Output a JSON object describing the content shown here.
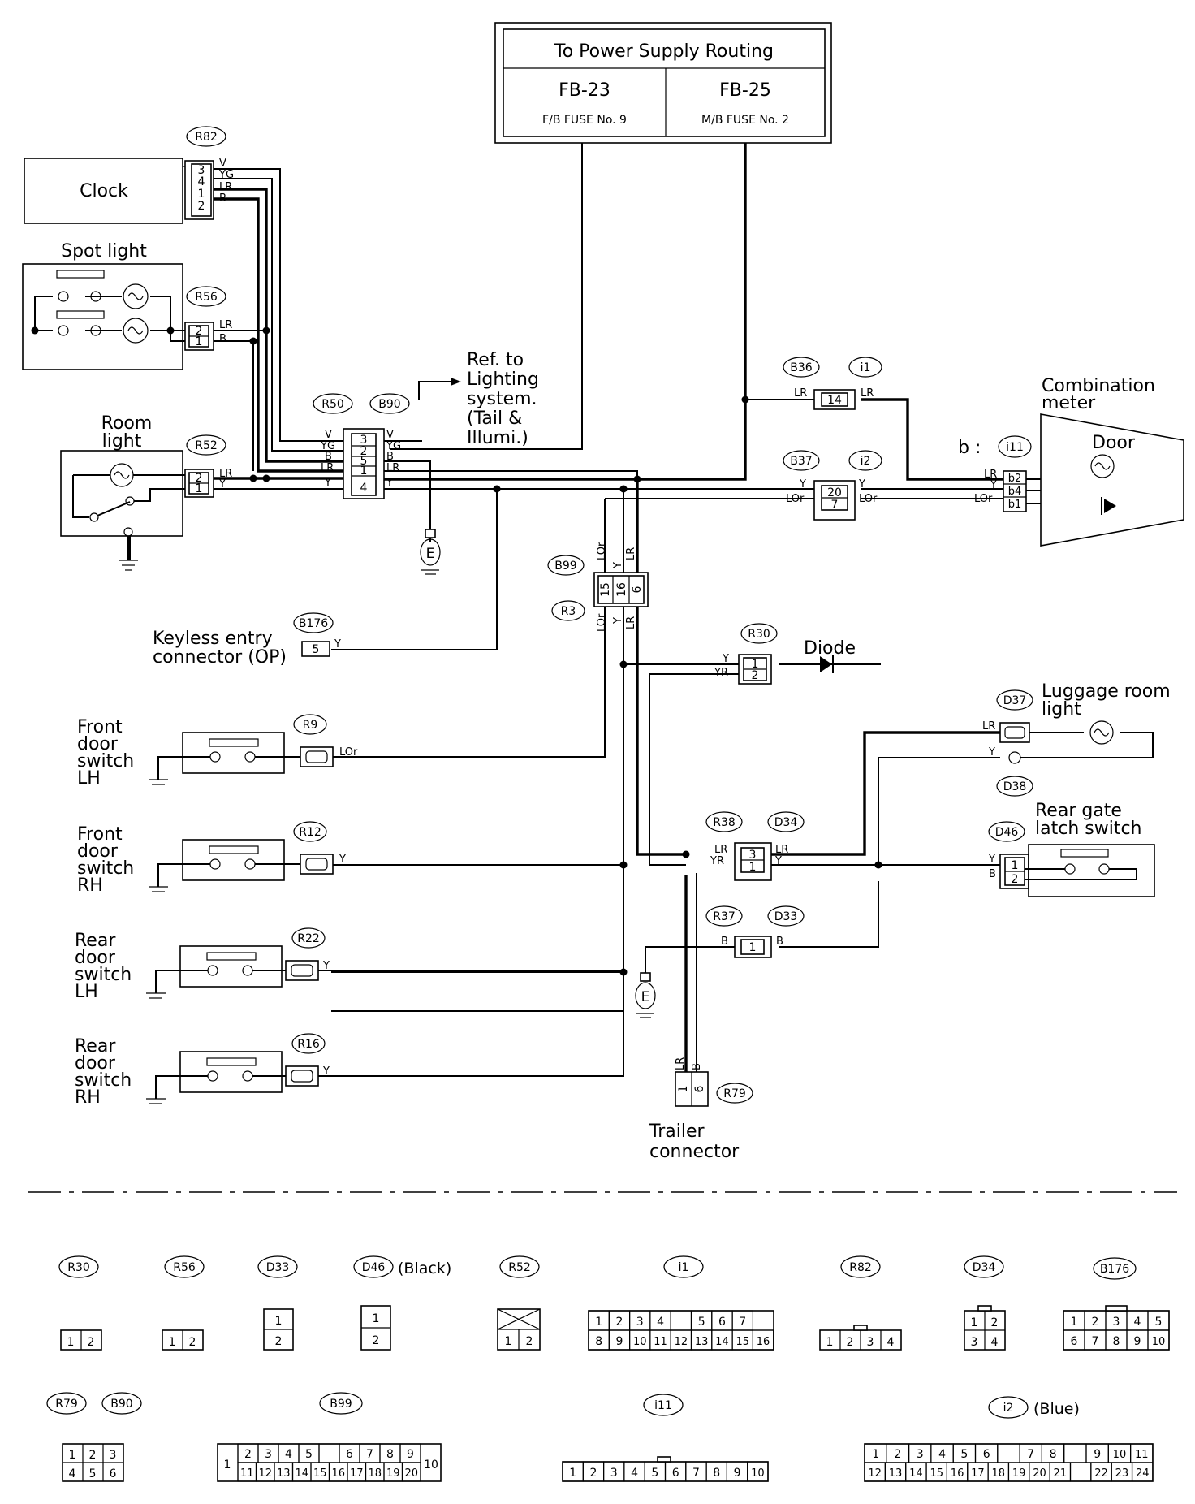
{
  "power": {
    "title": "To Power Supply Routing",
    "left_code": "FB-23",
    "left_sub": "F/B FUSE No. 9",
    "right_code": "FB-25",
    "right_sub": "M/B FUSE No. 2"
  },
  "components": {
    "clock": "Clock",
    "spot_light": "Spot light",
    "room_light_1": "Room",
    "room_light_2": "light",
    "ref_1": "Ref. to",
    "ref_2": "Lighting",
    "ref_3": "system.",
    "ref_4": "(Tail &",
    "ref_5": "Illumi.)",
    "combination_meter_1": "Combination",
    "combination_meter_2": "meter",
    "door": "Door",
    "b_label": "b :",
    "diode": "Diode",
    "keyless_1": "Keyless entry",
    "keyless_2": "connector (OP)",
    "luggage_1": "Luggage room",
    "luggage_2": "light",
    "rear_gate_1": "Rear gate",
    "rear_gate_2": "latch switch",
    "trailer_1": "Trailer",
    "trailer_2": "connector",
    "front_lh": [
      "Front",
      "door",
      "switch",
      "LH"
    ],
    "front_rh": [
      "Front",
      "door",
      "switch",
      "RH"
    ],
    "rear_lh": [
      "Rear",
      "door",
      "switch",
      "LH"
    ],
    "rear_rh": [
      "Rear",
      "door",
      "switch",
      "RH"
    ],
    "earth": "E"
  },
  "connector_ids": {
    "r82": "R82",
    "r56": "R56",
    "r52": "R52",
    "r50": "R50",
    "b90": "B90",
    "b36": "B36",
    "i1": "i1",
    "b37": "B37",
    "i2": "i2",
    "i11": "i11",
    "b99": "B99",
    "r3": "R3",
    "b176": "B176",
    "r30": "R30",
    "d37": "D37",
    "d38": "D38",
    "r9": "R9",
    "r12": "R12",
    "r22": "R22",
    "r16": "R16",
    "r38": "R38",
    "d34": "D34",
    "d46": "D46",
    "r37": "R37",
    "d33": "D33",
    "r79": "R79"
  },
  "wires": {
    "v": "V",
    "yg": "YG",
    "lr": "LR",
    "b": "B",
    "y": "Y",
    "lor": "LOr",
    "yr": "YR"
  },
  "pins": {
    "r82": [
      "3",
      "4",
      "1",
      "2"
    ],
    "r56": [
      "2",
      "1"
    ],
    "r52": [
      "2",
      "1"
    ],
    "r50_b90": [
      "3",
      "2",
      "5",
      "1",
      "4"
    ],
    "b36_i1": "14",
    "b37_i2": [
      "20",
      "7"
    ],
    "i11": [
      "b2",
      "b4",
      "b1"
    ],
    "b99_r3": [
      "15",
      "16",
      "6"
    ],
    "b176": "5",
    "r30": [
      "1",
      "2"
    ],
    "r38_d34": [
      "3",
      "1"
    ],
    "d46": [
      "1",
      "2"
    ],
    "r37_d33": "1",
    "r79": [
      "1",
      "6"
    ]
  },
  "legend": {
    "r30": {
      "id": "R30",
      "row1": [
        "1",
        "2"
      ]
    },
    "r56": {
      "id": "R56",
      "row1": [
        "1",
        "2"
      ]
    },
    "d33": {
      "id": "D33",
      "row1": [
        "1"
      ],
      "row2": [
        "2"
      ]
    },
    "d46": {
      "id": "D46",
      "note": "(Black)",
      "row1": [
        "1"
      ],
      "row2": [
        "2"
      ]
    },
    "r52": {
      "id": "R52",
      "row1": [
        "1",
        "2"
      ]
    },
    "i1": {
      "id": "i1",
      "row1": [
        "1",
        "2",
        "3",
        "4",
        "",
        "5",
        "6",
        "7"
      ],
      "row2": [
        "8",
        "9",
        "10",
        "11",
        "12",
        "13",
        "14",
        "15",
        "16"
      ]
    },
    "r82": {
      "id": "R82",
      "row1": [
        "1",
        "2",
        "3",
        "4"
      ]
    },
    "d34": {
      "id": "D34",
      "row1": [
        "1",
        "2"
      ],
      "row2": [
        "3",
        "4"
      ]
    },
    "b176": {
      "id": "B176",
      "row1": [
        "1",
        "2",
        "3",
        "4",
        "5"
      ],
      "row2": [
        "6",
        "7",
        "8",
        "9",
        "10"
      ]
    },
    "r79": {
      "id": "R79"
    },
    "b90": {
      "id": "B90",
      "row1": [
        "1",
        "2",
        "3"
      ],
      "row2": [
        "4",
        "5",
        "6"
      ]
    },
    "b99": {
      "id": "B99",
      "side_left": "1",
      "side_right": "10",
      "row1": [
        "2",
        "3",
        "4",
        "5",
        "",
        "6",
        "7",
        "8",
        "9"
      ],
      "row2": [
        "11",
        "12",
        "13",
        "14",
        "15",
        "16",
        "17",
        "18",
        "19",
        "20"
      ]
    },
    "i11": {
      "id": "i11",
      "row1": [
        "1",
        "2",
        "3",
        "4",
        "5",
        "6",
        "7",
        "8",
        "9",
        "10"
      ]
    },
    "i2": {
      "id": "i2",
      "note": "(Blue)",
      "row1": [
        "1",
        "2",
        "3",
        "4",
        "5",
        "6",
        "",
        "7",
        "8",
        "",
        "9",
        "10",
        "11"
      ],
      "row2": [
        "12",
        "13",
        "14",
        "15",
        "16",
        "17",
        "18",
        "19",
        "20",
        "21",
        "",
        "22",
        "23",
        "24"
      ]
    }
  }
}
